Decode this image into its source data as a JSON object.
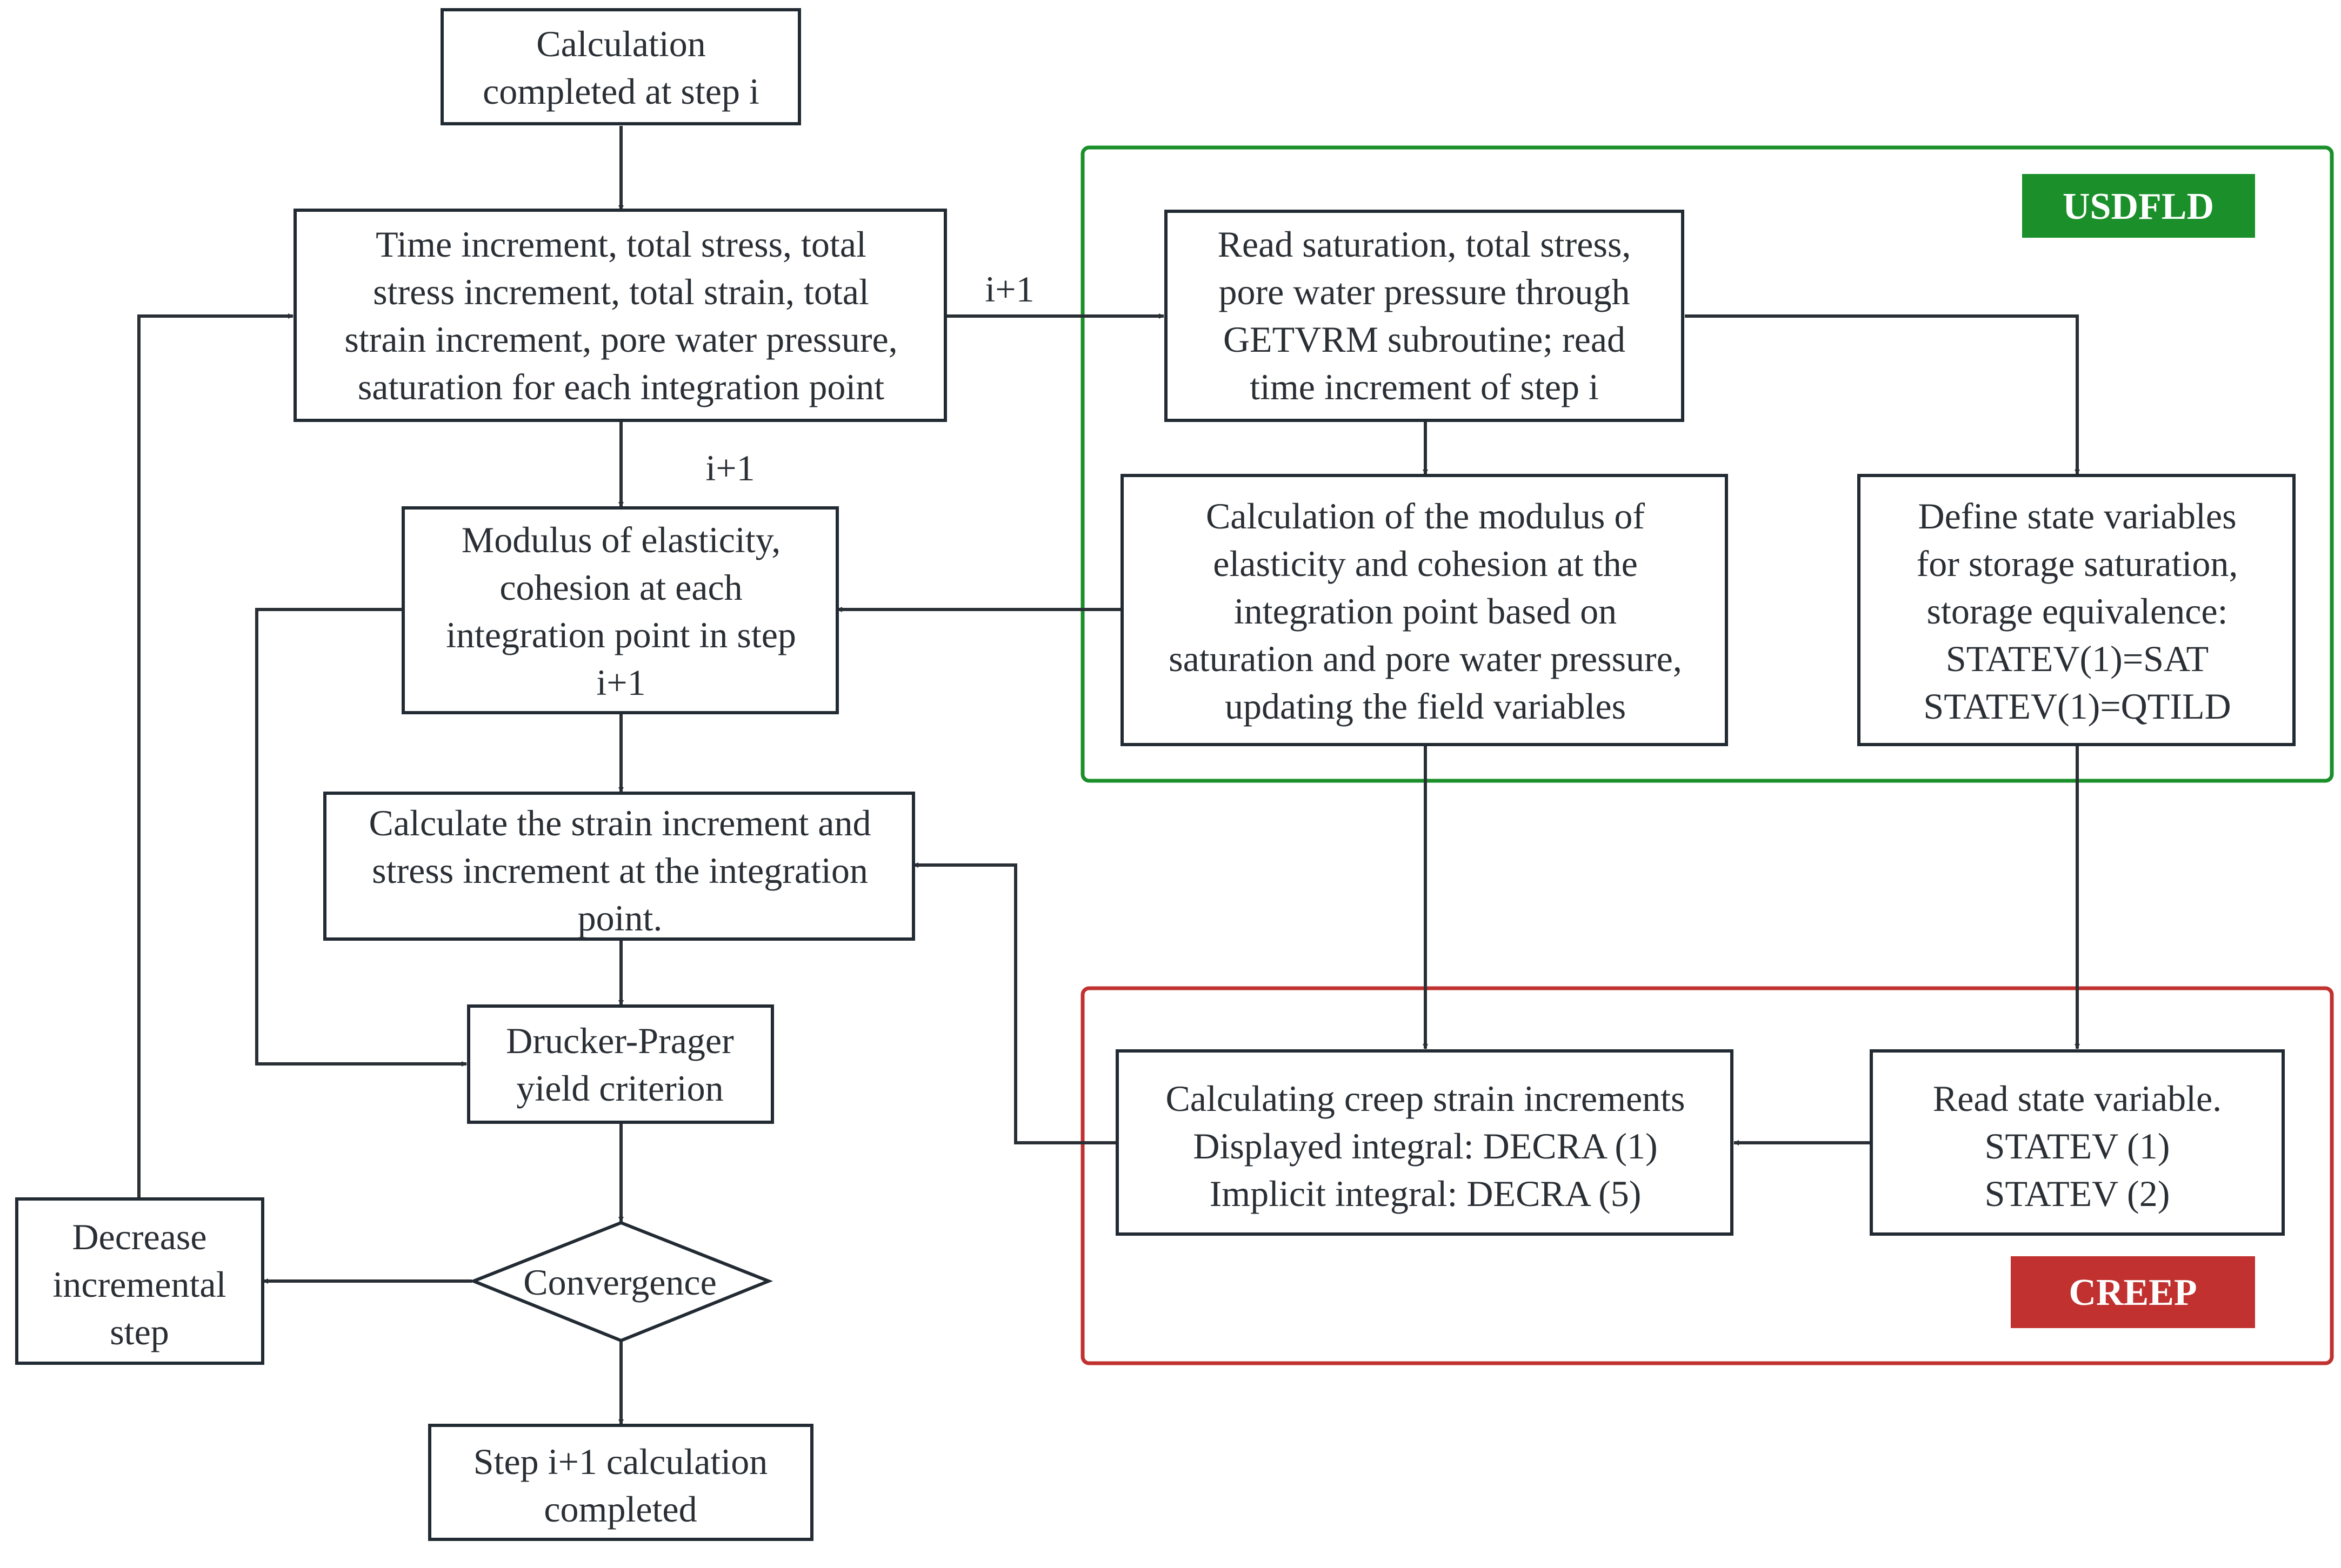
{
  "groups": {
    "usdfld": {
      "label": "USDFLD",
      "color": "#1a8f2a"
    },
    "creep": {
      "label": "CREEP",
      "color": "#c0312f"
    }
  },
  "nodes": {
    "calc_completed_i": [
      "Calculation",
      "completed at step i"
    ],
    "time_increment": [
      "Time increment, total stress, total",
      "stress increment, total strain, total",
      "strain increment, pore water pressure,",
      "saturation for each integration point"
    ],
    "modulus_step": [
      "Modulus of elasticity,",
      "cohesion at each",
      "integration point in step",
      "i+1"
    ],
    "strain_increment": [
      "Calculate the strain increment and",
      "stress increment at the integration",
      "point."
    ],
    "drucker_prager": [
      "Drucker-Prager",
      "yield criterion"
    ],
    "convergence": [
      "Convergence"
    ],
    "decrease_step": [
      "Decrease",
      "incremental",
      "step"
    ],
    "step_completed": [
      "Step i+1 calculation",
      "completed"
    ],
    "read_saturation": [
      "Read saturation, total stress,",
      "pore water pressure through",
      "GETVRM subroutine; read",
      "time increment of step i"
    ],
    "calc_modulus": [
      "Calculation of the modulus of",
      "elasticity and cohesion at the",
      "integration point based on",
      "saturation and pore water pressure,",
      "updating the field variables"
    ],
    "define_state": [
      "Define state variables",
      "for storage saturation,",
      "storage equivalence:",
      "STATEV(1)=SAT",
      "STATEV(1)=QTILD"
    ],
    "creep_increments": [
      "Calculating creep strain increments",
      "Displayed integral: DECRA (1)",
      "Implicit integral: DECRA (5)"
    ],
    "read_state": [
      "Read state variable.",
      "STATEV (1)",
      "STATEV (2)"
    ]
  },
  "edge_labels": {
    "to_read_saturation": "i+1",
    "to_modulus_step": "i+1"
  }
}
